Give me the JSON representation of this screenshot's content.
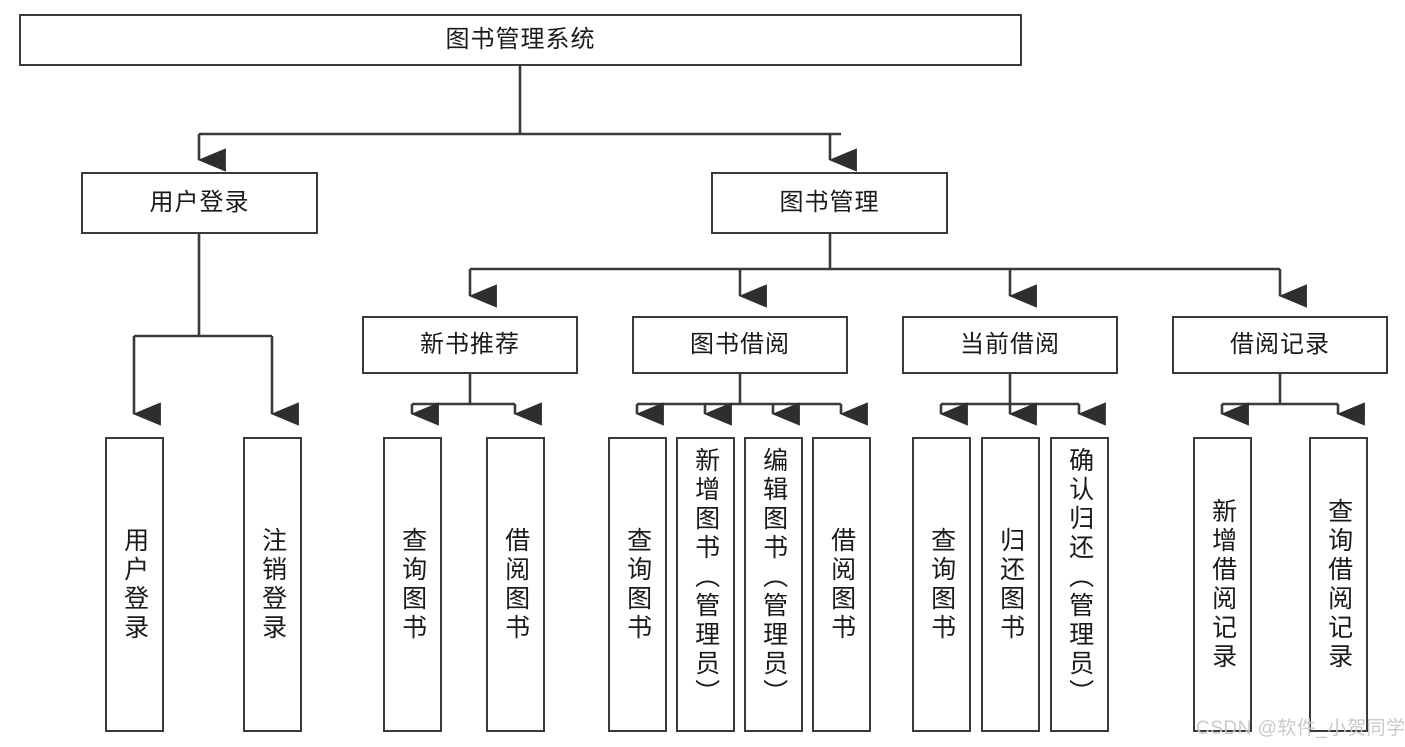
{
  "diagram": {
    "title": "图书管理系统",
    "type": "tree-hierarchy-diagram",
    "watermark": "CSDN @软件_小贺同学",
    "colors": {
      "border": "#3a3a3a",
      "background": "#ffffff",
      "text": "#1a1a1a",
      "watermark": "#c9c9c9"
    },
    "root": {
      "label": "图书管理系统"
    },
    "level2": [
      {
        "label": "用户登录"
      },
      {
        "label": "图书管理"
      }
    ],
    "level3": [
      {
        "label": "新书推荐"
      },
      {
        "label": "图书借阅"
      },
      {
        "label": "当前借阅"
      },
      {
        "label": "借阅记录"
      }
    ],
    "leaves": {
      "user_login": [
        {
          "label": "用户登录"
        },
        {
          "label": "注销登录"
        }
      ],
      "new_book_recommend": [
        {
          "label": "查询图书"
        },
        {
          "label": "借阅图书"
        }
      ],
      "book_borrow": [
        {
          "label": "查询图书"
        },
        {
          "label": "新增图书（管理员）"
        },
        {
          "label": "编辑图书（管理员）"
        },
        {
          "label": "借阅图书"
        }
      ],
      "current_borrow": [
        {
          "label": "查询图书"
        },
        {
          "label": "归还图书"
        },
        {
          "label": "确认归还（管理员）"
        }
      ],
      "borrow_record": [
        {
          "label": "新增借阅记录"
        },
        {
          "label": "查询借阅记录"
        }
      ]
    }
  }
}
